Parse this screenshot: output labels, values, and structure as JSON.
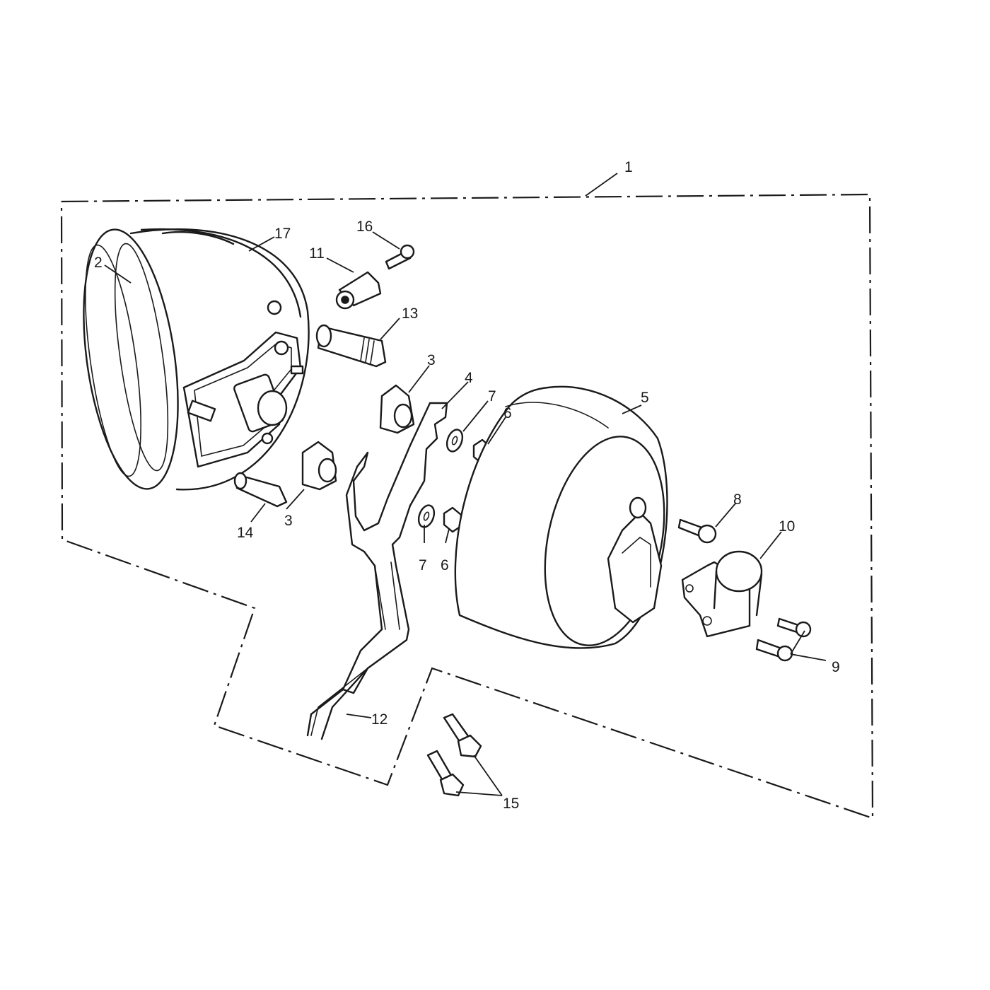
{
  "callouts": {
    "c1": "1",
    "c2": "2",
    "c3a": "3",
    "c3b": "3",
    "c4": "4",
    "c5": "5",
    "c6a": "6",
    "c6b": "6",
    "c7a": "7",
    "c7b": "7",
    "c8": "8",
    "c9": "9",
    "c10": "10",
    "c11": "11",
    "c12": "12",
    "c13": "13",
    "c14": "14",
    "c15": "15",
    "c16": "16",
    "c17": "17"
  }
}
